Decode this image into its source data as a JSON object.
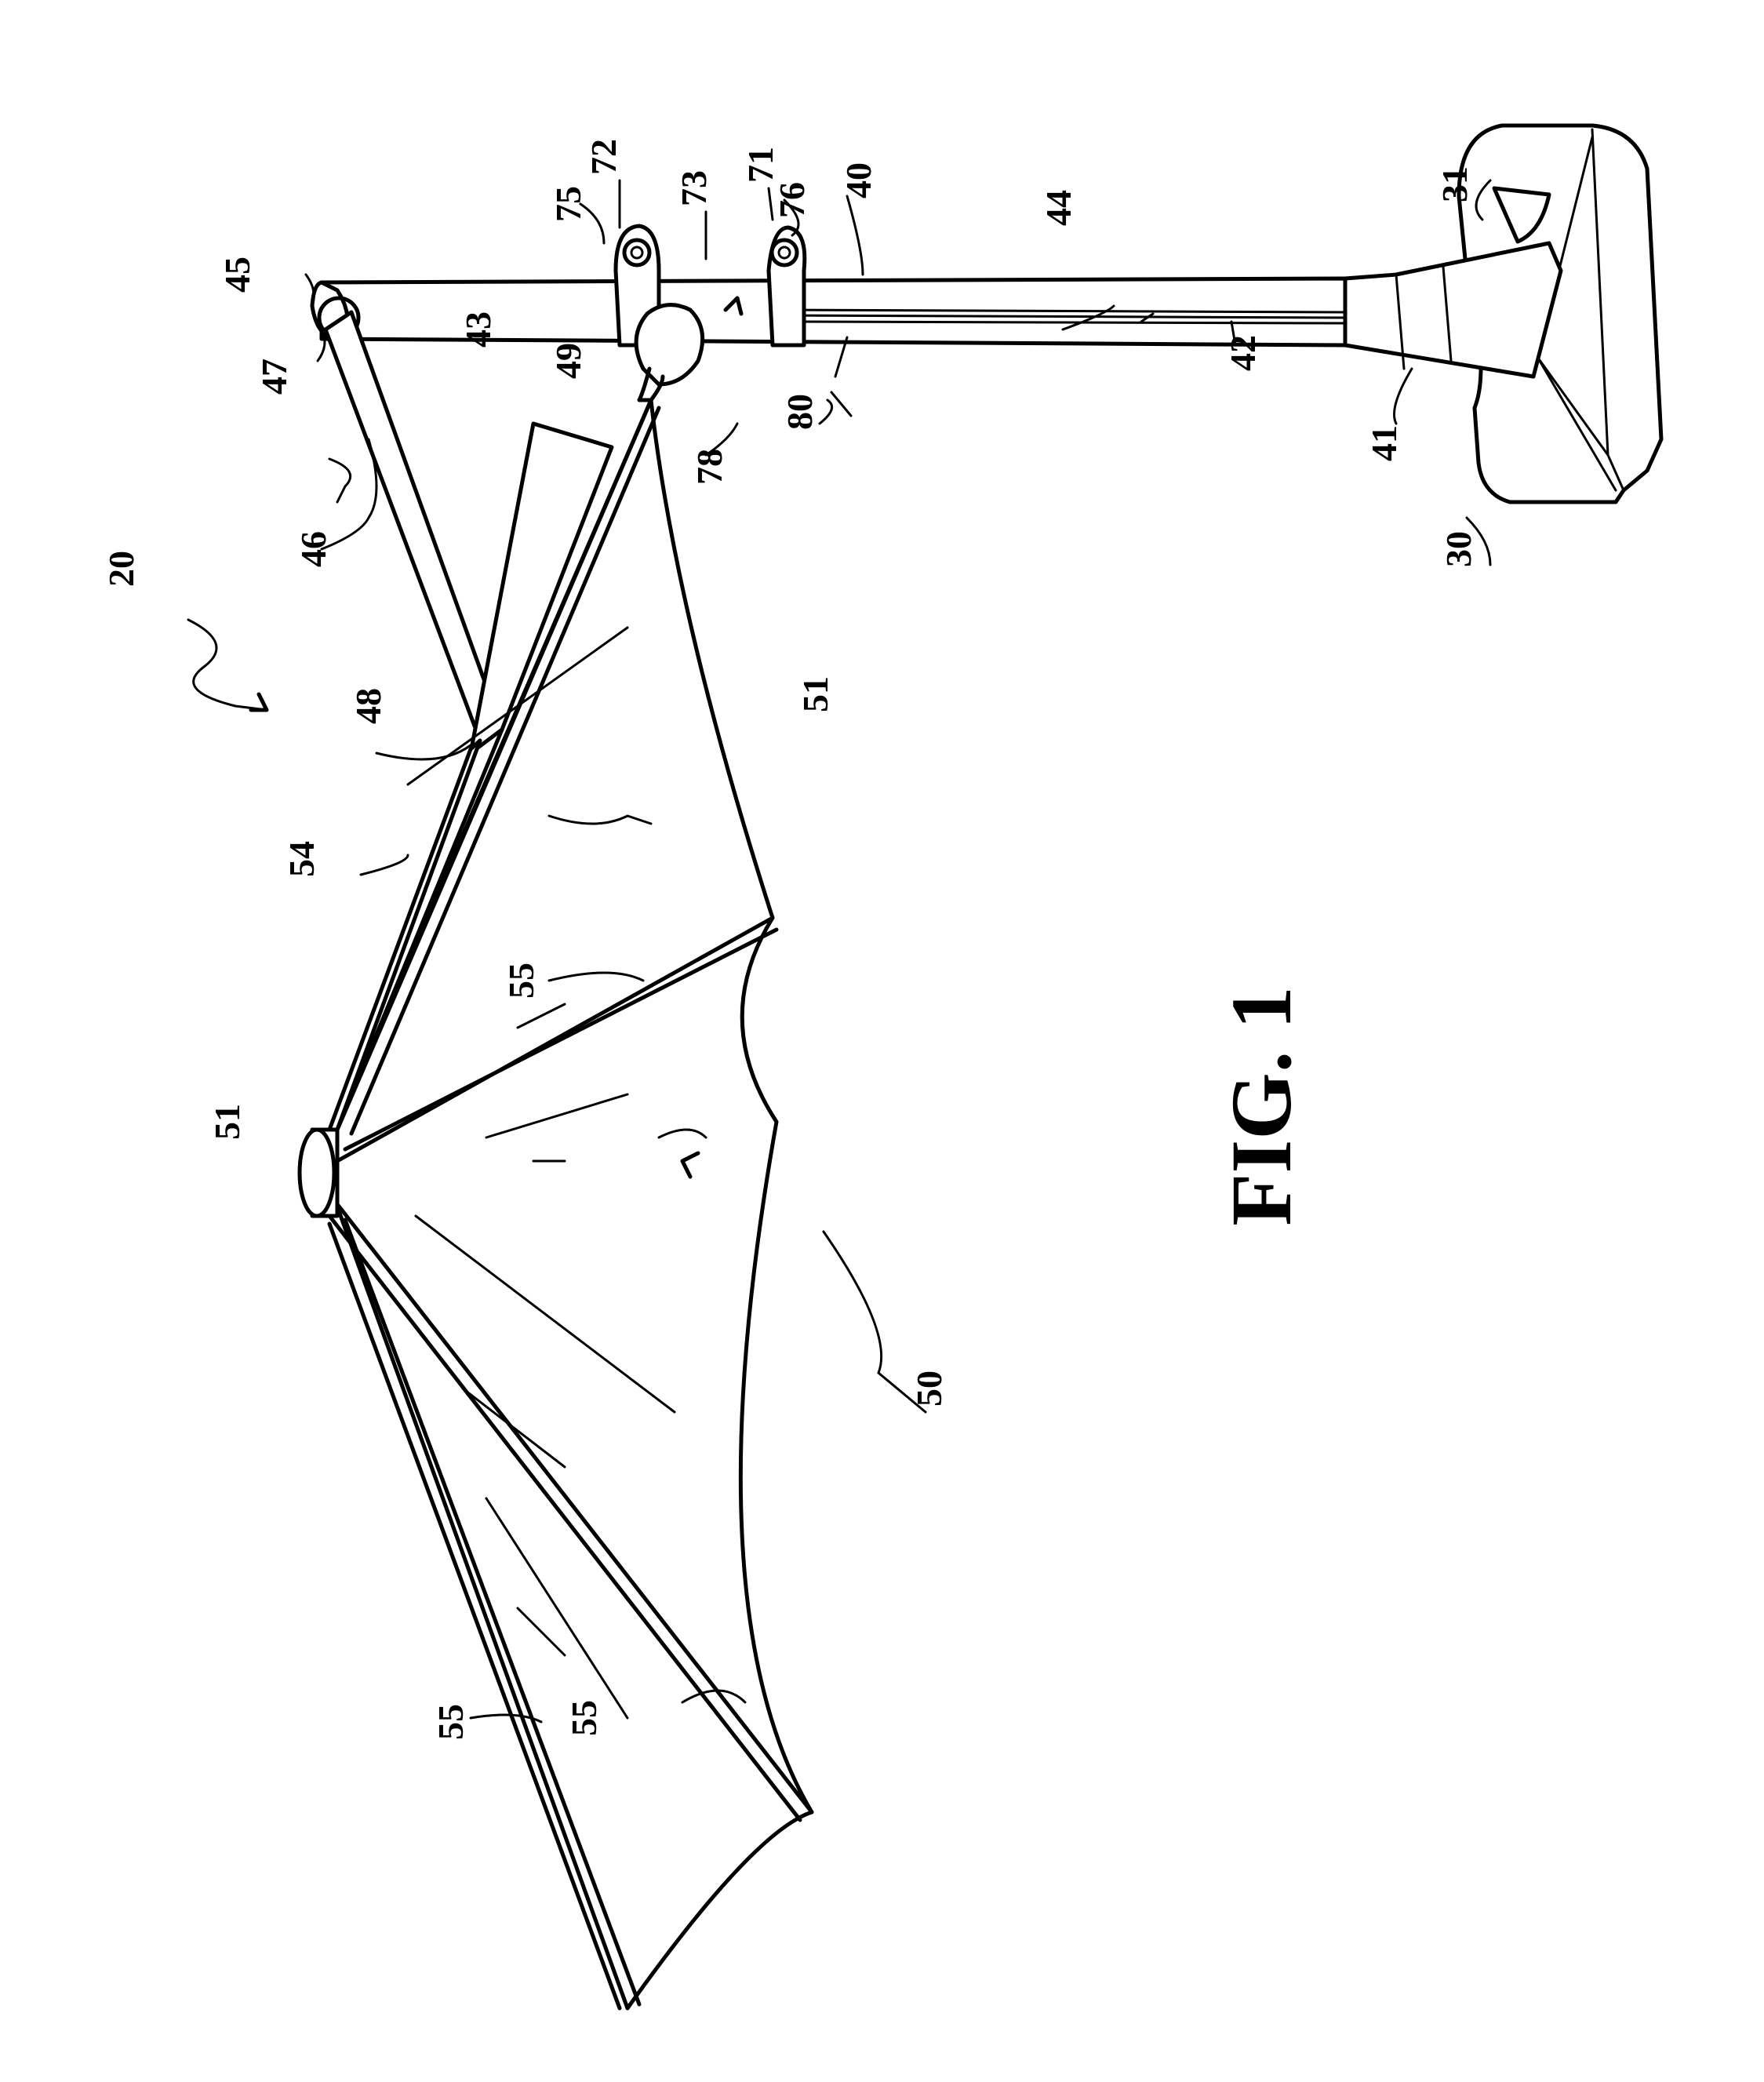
{
  "figure_title": "FIG. 1",
  "reference_numerals": {
    "apparatus": "20",
    "base": "30",
    "base_recess": "31",
    "pole": "40",
    "pole_collar": "41",
    "pole_lower_section": "42",
    "pole_upper_section": "43",
    "pole_grooves": "44",
    "elbow": "45",
    "arm": "46",
    "elbow_pivot": "47",
    "arm_brace": "48",
    "knob": "49",
    "canopy": "50",
    "canopy_panel": "51",
    "canopy_hub": "51",
    "canopy_edge_rib": "54",
    "rib_upper": "55",
    "rib_middle": "55",
    "rib_lower": "55",
    "bracket_lower": "71",
    "bracket_upper": "72",
    "bracket_band": "73",
    "bracket_upper_eye": "75",
    "bracket_lower_eye": "76",
    "canopy_mount": "78",
    "bracket_assembly": "80"
  }
}
